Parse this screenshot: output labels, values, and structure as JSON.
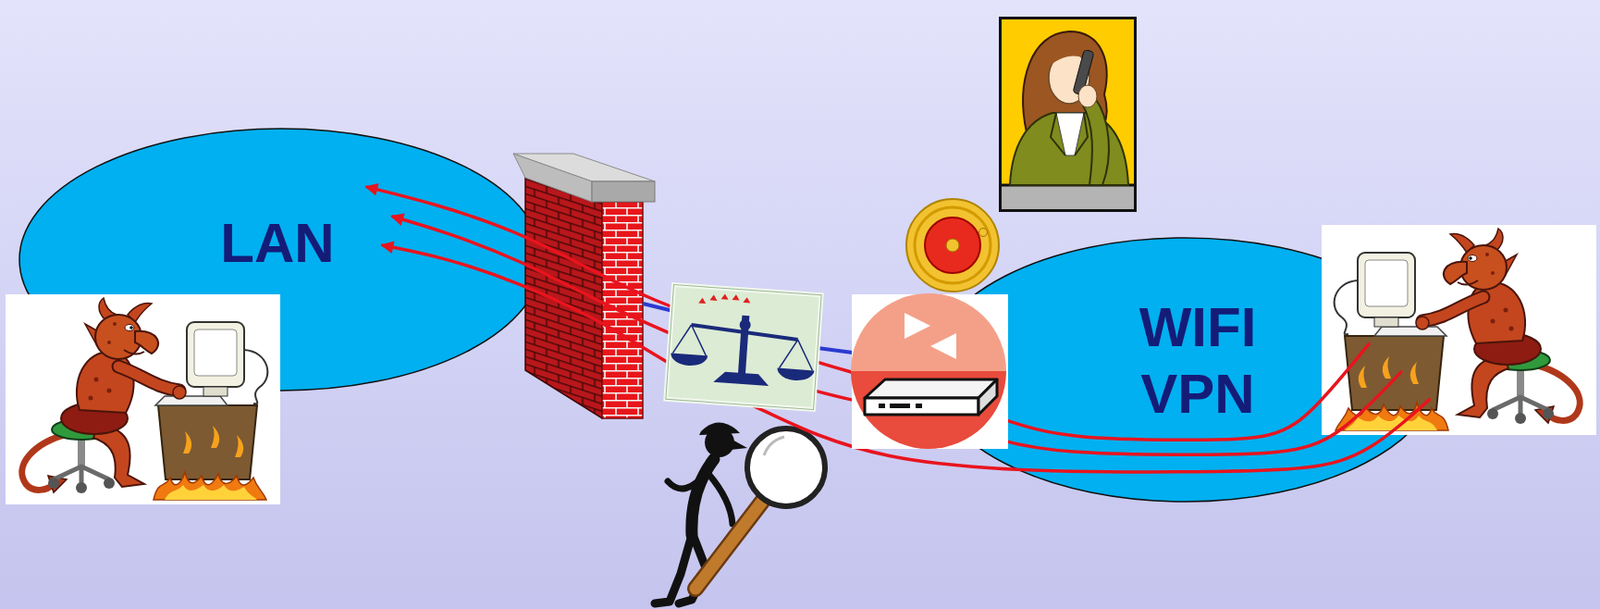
{
  "diagram": {
    "nodes": [
      {
        "text": [
          "LAN"
        ]
      },
      {
        "text": [
          "WIFI VPN"
        ]
      }
    ],
    "edges": [
      {
        "from": 1,
        "to": 0,
        "arrow": "to"
      },
      {
        "from": 1,
        "to": 0,
        "arrow": "to"
      },
      {
        "from": 1,
        "to": 0,
        "arrow": "to"
      }
    ]
  }
}
